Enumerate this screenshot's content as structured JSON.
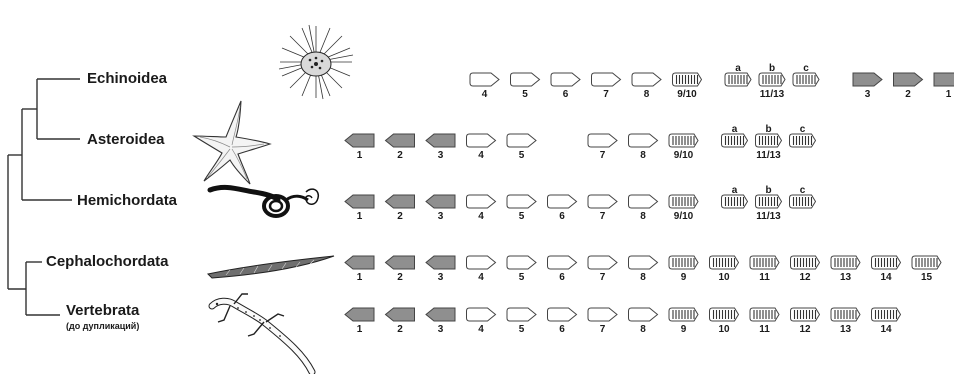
{
  "colors": {
    "posterior_fill": "#8f8f8f",
    "anterior_fill": "#ffffff",
    "outline": "#444444",
    "stripe": "#333333",
    "tree": "#333333"
  },
  "taxa": [
    {
      "name": "Echinoidea",
      "animal": "sea-urchin-icon",
      "genes": [
        {
          "label": "4",
          "kind": "anterior"
        },
        {
          "label": "5",
          "kind": "anterior"
        },
        {
          "label": "6",
          "kind": "anterior"
        },
        {
          "label": "7",
          "kind": "anterior"
        },
        {
          "label": "8",
          "kind": "anterior"
        },
        {
          "label": "9/10",
          "kind": "central"
        },
        {
          "label": "",
          "kind": "group",
          "members": [
            "a",
            "b",
            "c"
          ],
          "group_label": "11/13"
        },
        {
          "label": "3",
          "kind": "posterior-reversed"
        },
        {
          "label": "2",
          "kind": "posterior-reversed"
        },
        {
          "label": "1",
          "kind": "posterior-reversed"
        }
      ]
    },
    {
      "name": "Asteroidea",
      "animal": "starfish-icon",
      "genes": [
        {
          "label": "1",
          "kind": "posterior"
        },
        {
          "label": "2",
          "kind": "posterior"
        },
        {
          "label": "3",
          "kind": "posterior"
        },
        {
          "label": "4",
          "kind": "anterior"
        },
        {
          "label": "5",
          "kind": "anterior"
        },
        {
          "label": "",
          "kind": "gap"
        },
        {
          "label": "7",
          "kind": "anterior"
        },
        {
          "label": "8",
          "kind": "anterior"
        },
        {
          "label": "9/10",
          "kind": "central"
        },
        {
          "label": "",
          "kind": "group",
          "members": [
            "a",
            "b",
            "c"
          ],
          "group_label": "11/13"
        }
      ]
    },
    {
      "name": "Hemichordata",
      "animal": "acorn-worm-icon",
      "genes": [
        {
          "label": "1",
          "kind": "posterior"
        },
        {
          "label": "2",
          "kind": "posterior"
        },
        {
          "label": "3",
          "kind": "posterior"
        },
        {
          "label": "4",
          "kind": "anterior"
        },
        {
          "label": "5",
          "kind": "anterior"
        },
        {
          "label": "6",
          "kind": "anterior"
        },
        {
          "label": "7",
          "kind": "anterior"
        },
        {
          "label": "8",
          "kind": "anterior"
        },
        {
          "label": "9/10",
          "kind": "central"
        },
        {
          "label": "",
          "kind": "group",
          "members": [
            "a",
            "b",
            "c"
          ],
          "group_label": "11/13"
        }
      ]
    },
    {
      "name": "Cephalochordata",
      "animal": "lancelet-icon",
      "genes": [
        {
          "label": "1",
          "kind": "posterior"
        },
        {
          "label": "2",
          "kind": "posterior"
        },
        {
          "label": "3",
          "kind": "posterior"
        },
        {
          "label": "4",
          "kind": "anterior"
        },
        {
          "label": "5",
          "kind": "anterior"
        },
        {
          "label": "6",
          "kind": "anterior"
        },
        {
          "label": "7",
          "kind": "anterior"
        },
        {
          "label": "8",
          "kind": "anterior"
        },
        {
          "label": "9",
          "kind": "central"
        },
        {
          "label": "10",
          "kind": "central"
        },
        {
          "label": "11",
          "kind": "central"
        },
        {
          "label": "12",
          "kind": "central"
        },
        {
          "label": "13",
          "kind": "central"
        },
        {
          "label": "14",
          "kind": "central"
        },
        {
          "label": "15",
          "kind": "central"
        }
      ]
    },
    {
      "name": "Vertebrata",
      "subtitle": "(до дупликаций)",
      "animal": "lizard-icon",
      "genes": [
        {
          "label": "1",
          "kind": "posterior"
        },
        {
          "label": "2",
          "kind": "posterior"
        },
        {
          "label": "3",
          "kind": "posterior"
        },
        {
          "label": "4",
          "kind": "anterior"
        },
        {
          "label": "5",
          "kind": "anterior"
        },
        {
          "label": "6",
          "kind": "anterior"
        },
        {
          "label": "7",
          "kind": "anterior"
        },
        {
          "label": "8",
          "kind": "anterior"
        },
        {
          "label": "9",
          "kind": "central"
        },
        {
          "label": "10",
          "kind": "central"
        },
        {
          "label": "11",
          "kind": "central"
        },
        {
          "label": "12",
          "kind": "central"
        },
        {
          "label": "13",
          "kind": "central"
        },
        {
          "label": "14",
          "kind": "central"
        }
      ]
    }
  ]
}
